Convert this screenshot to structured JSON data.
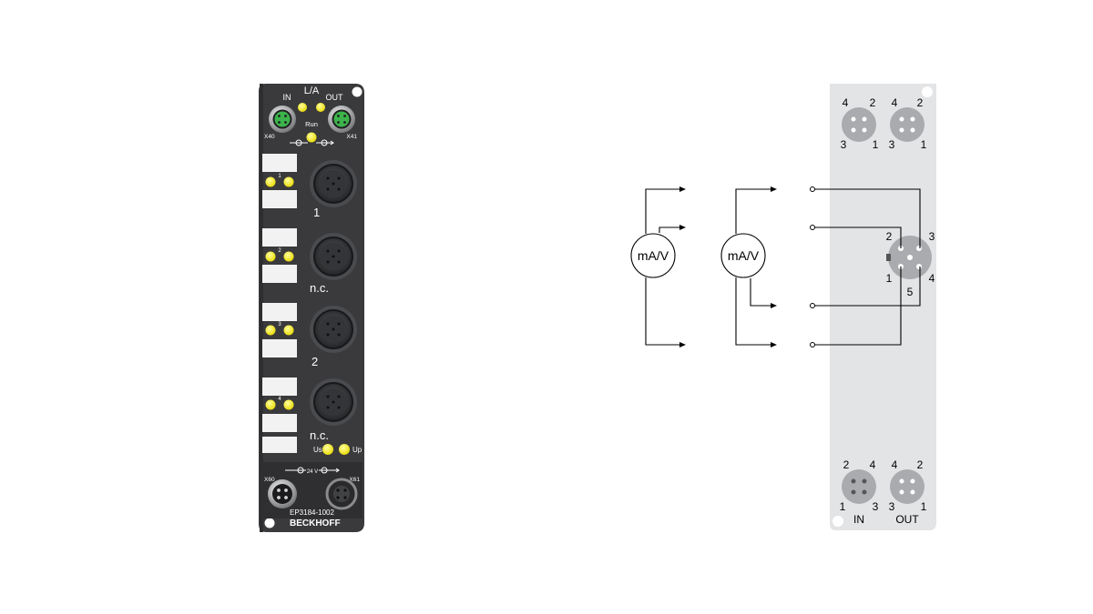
{
  "device": {
    "top_labels": {
      "in": "IN",
      "la": "L/A",
      "out": "OUT",
      "run": "Run",
      "x40": "X40",
      "x41": "X41"
    },
    "channels": [
      {
        "led_label": "1",
        "socket_label": "1"
      },
      {
        "led_label": "2",
        "socket_label": "n.c."
      },
      {
        "led_label": "3",
        "socket_label": "2"
      },
      {
        "led_label": "4",
        "socket_label": "n.c."
      }
    ],
    "power_leds": {
      "us": "Us",
      "up": "Up"
    },
    "bottom_labels": {
      "x60": "X60",
      "voltage": "24 V",
      "x61": "X61"
    },
    "model": "EP3184-1002",
    "brand": "BECKHOFF",
    "colors": {
      "housing": "#3a3a3c",
      "led": "#f4e600",
      "ethercat_connector": "#3cb44b",
      "label_field": "#f2f2f2"
    }
  },
  "diagram": {
    "sensor_labels": [
      "mA/V",
      "mA/V"
    ],
    "top_connectors": [
      {
        "pins": {
          "tl": "4",
          "tr": "2",
          "bl": "3",
          "br": "1"
        }
      },
      {
        "pins": {
          "tl": "4",
          "tr": "2",
          "bl": "3",
          "br": "1"
        }
      }
    ],
    "channel_connector": {
      "pins": {
        "p2": "2",
        "p3": "3",
        "p1": "1",
        "p5": "5",
        "p4": "4"
      }
    },
    "bottom_connectors": [
      {
        "label": "IN",
        "pins": {
          "tl": "2",
          "tr": "4",
          "bl": "1",
          "br": "3"
        }
      },
      {
        "label": "OUT",
        "pins": {
          "tl": "4",
          "tr": "2",
          "bl": "3",
          "br": "1"
        }
      }
    ],
    "colors": {
      "panel": "#e3e4e6",
      "connector": "#a9abae",
      "line": "#000000"
    }
  }
}
